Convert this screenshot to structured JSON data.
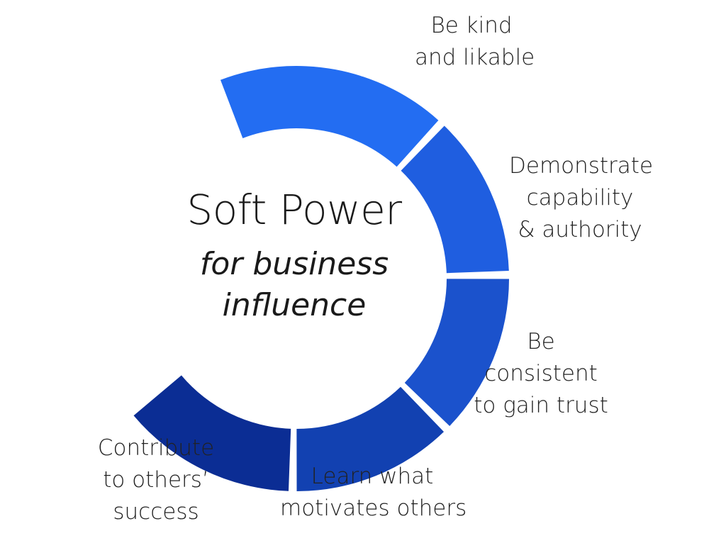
{
  "diagram": {
    "title": "Soft Power",
    "subtitle_line1": "for business",
    "subtitle_line2": "influence",
    "segments": [
      {
        "name": "kind",
        "lines": [
          "Be kind",
          "and likable"
        ],
        "color": "#236df2"
      },
      {
        "name": "capability",
        "lines": [
          "Demonstrate",
          "capability",
          "& authority"
        ],
        "color": "#1f5ee0"
      },
      {
        "name": "consistent",
        "lines": [
          "Be",
          "consistent",
          "to gain trust"
        ],
        "color": "#1b52cc"
      },
      {
        "name": "motivates",
        "lines": [
          "Learn what",
          "motivates others"
        ],
        "color": "#1241b1"
      },
      {
        "name": "contribute",
        "lines": [
          "Contribute",
          "to others’",
          "success"
        ],
        "color": "#0b2d94"
      }
    ]
  }
}
